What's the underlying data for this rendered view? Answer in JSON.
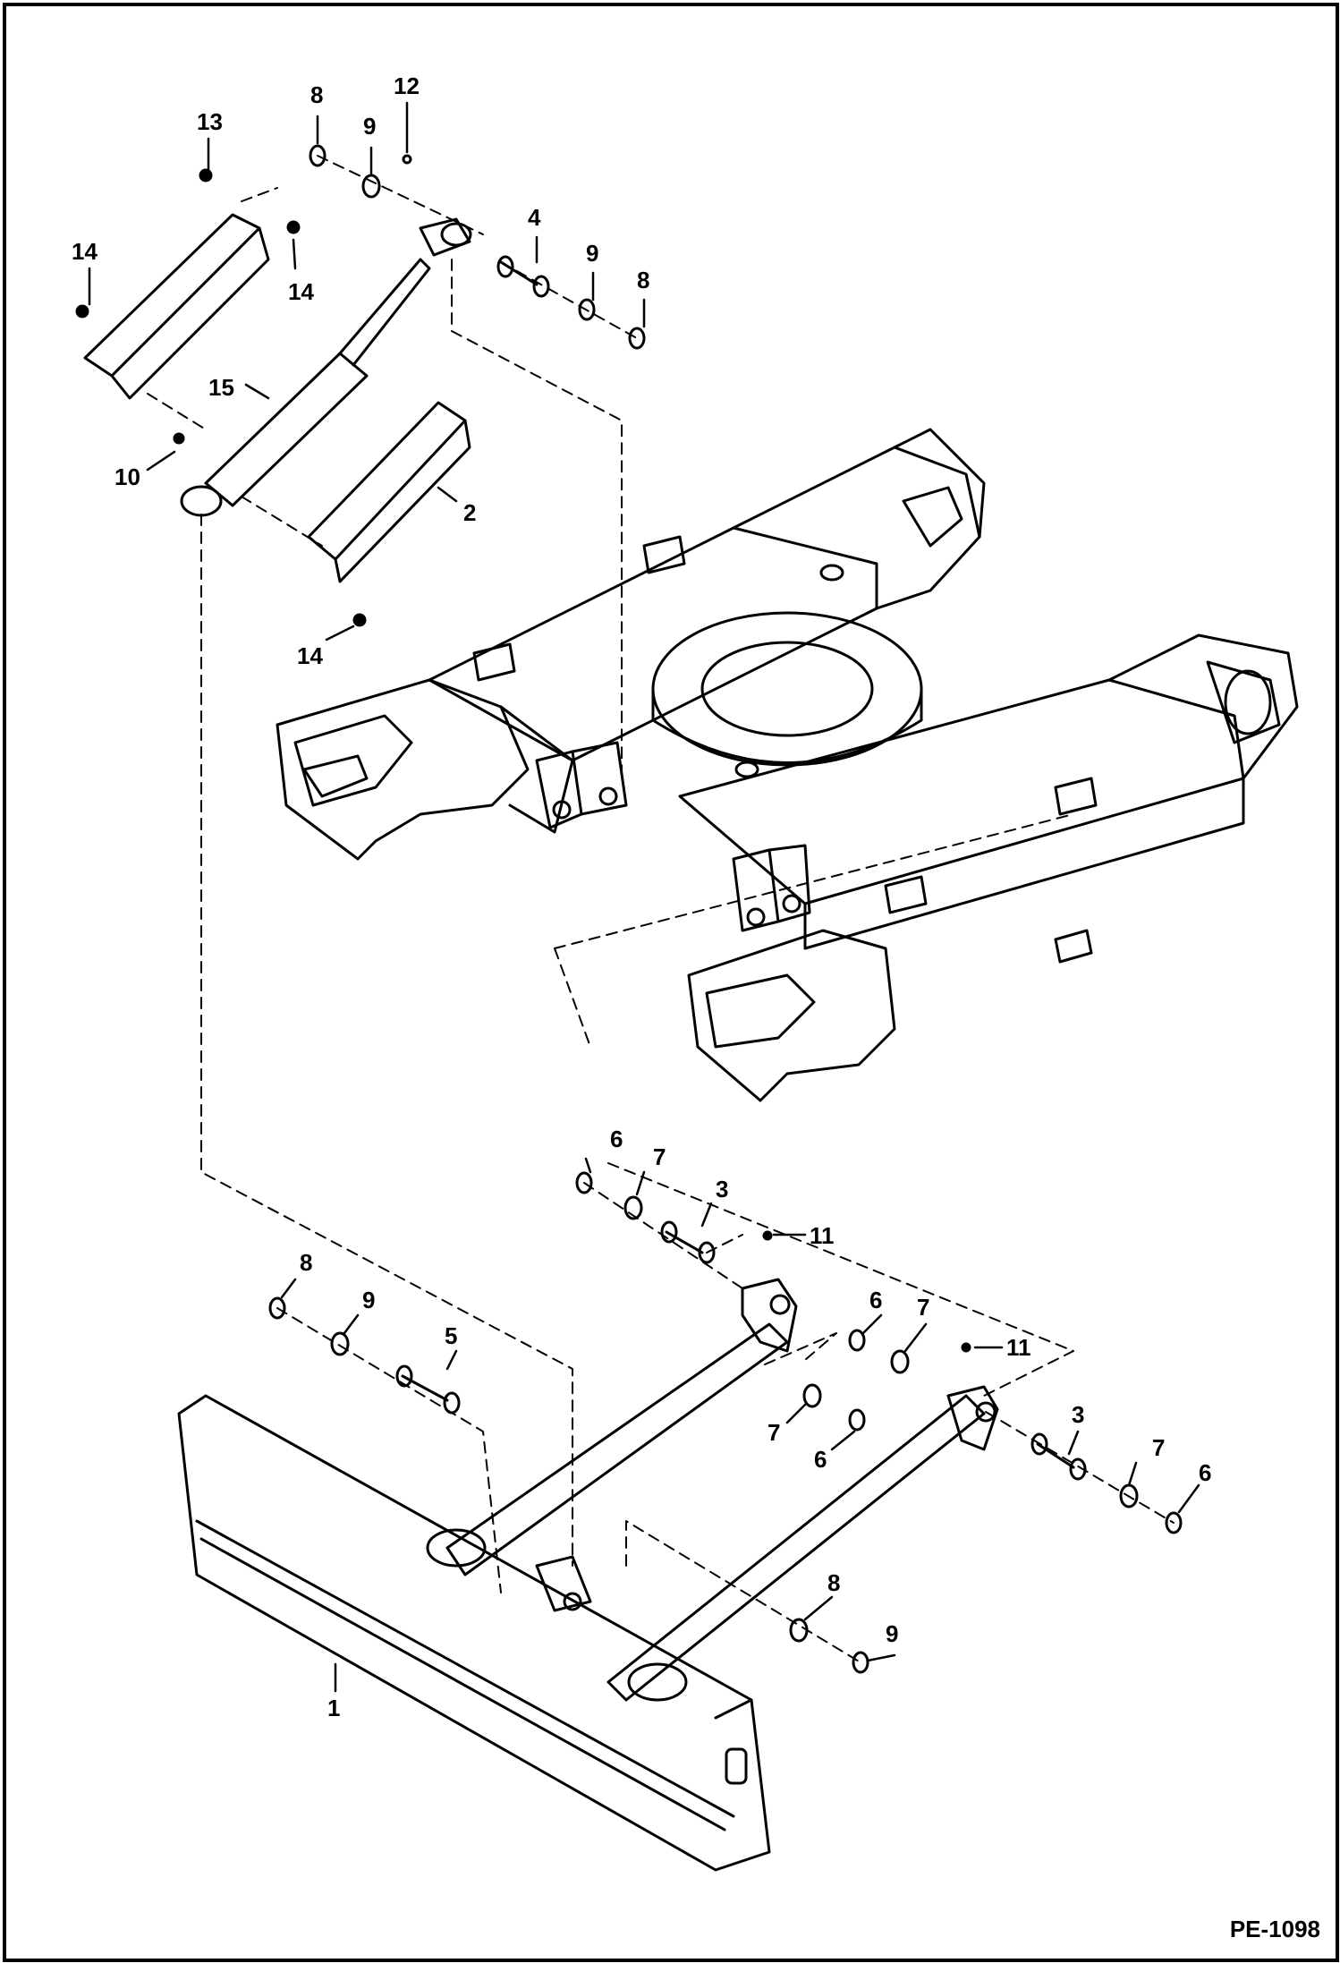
{
  "figure": {
    "code": "PE-1098"
  },
  "callouts": {
    "c13": "13",
    "c8a": "8",
    "c9a": "9",
    "c12": "12",
    "c14a": "14",
    "c14b": "14",
    "c4": "4",
    "c9b": "9",
    "c8b": "8",
    "c15": "15",
    "c10": "10",
    "c2": "2",
    "c14c": "14",
    "c6a": "6",
    "c7a": "7",
    "c3a": "3",
    "c11a": "11",
    "c8c": "8",
    "c9c": "9",
    "c5": "5",
    "c6b": "6",
    "c7b": "7",
    "c11b": "11",
    "c7c": "7",
    "c6c": "6",
    "c3b": "3",
    "c7d": "7",
    "c6d": "6",
    "c8d": "8",
    "c9d": "9",
    "c1": "1"
  }
}
